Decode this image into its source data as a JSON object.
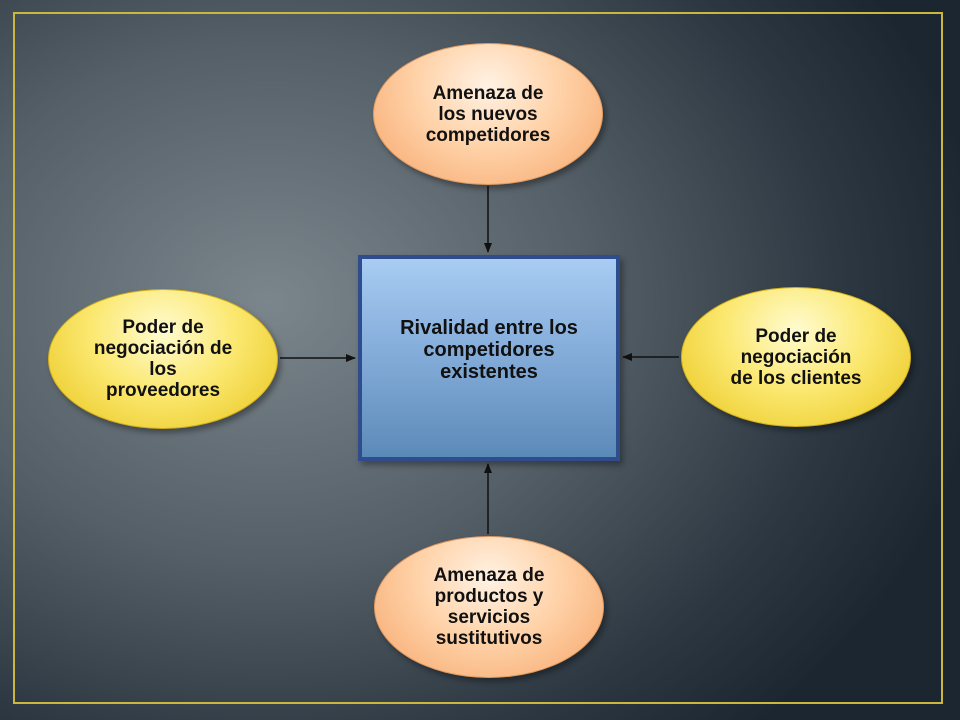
{
  "diagram": {
    "center": {
      "label": "Rivalidad entre los\ncompetidores\nexistentes"
    },
    "top": {
      "label": "Amenaza de\nlos nuevos\ncompetidores"
    },
    "left": {
      "label": "Poder de\nnegociación de\nlos\nproveedores"
    },
    "right": {
      "label": "Poder de\nnegociación\nde los clientes"
    },
    "bottom": {
      "label": "Amenaza de\nproductos y\nservicios\nsustitutivos"
    }
  },
  "colors": {
    "frame": "#c9b73e",
    "center_border": "#2f4c8c",
    "arrow": "#111111"
  }
}
